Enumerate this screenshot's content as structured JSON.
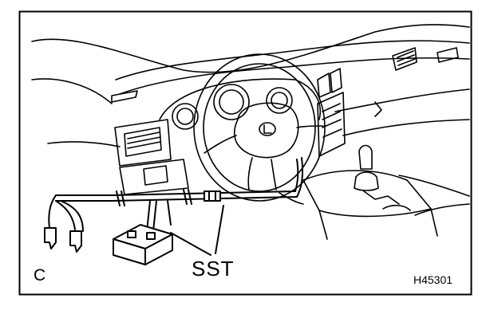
{
  "figure": {
    "panel_label": "C",
    "callout_label": "SST",
    "figure_code": "H45301",
    "line_color": "#000000",
    "background_color": "#ffffff"
  }
}
